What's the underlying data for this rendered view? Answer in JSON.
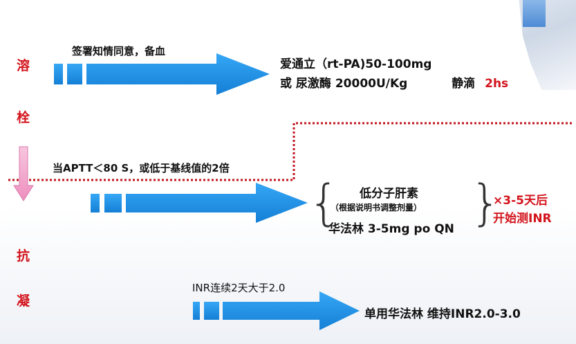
{
  "side_labels": {
    "thrombolysis_1": "溶",
    "thrombolysis_2": "栓",
    "anticoag_1": "抗",
    "anticoag_2": "凝"
  },
  "step1": {
    "arrow_label": "签署知情同意，备血",
    "result_line1": "爱通立（rt-PA)50-100mg",
    "result_line2_a": "或 尿激酶  20000U/Kg",
    "result_line2_b": "静滴",
    "result_line2_c": "2hs"
  },
  "transition": {
    "condition": "当APTT＜80 S，或低于基线值的2倍"
  },
  "step2": {
    "drug1": "低分子肝素",
    "drug1_note": "（根据说明书调整剂量）",
    "drug2": "华法林 3-5mg po QN",
    "side_note_1": "×3-5天后",
    "side_note_2": "开始测INR"
  },
  "step3": {
    "arrow_label": "INR连续2天大于2.0",
    "result": "单用华法林 维持INR2.0-3.0"
  },
  "colors": {
    "accent_red": "#d3141c",
    "arrow_blue": "#1e90e6",
    "divider_red": "#c0141c",
    "down_arrow_pink": "#f3a3c8"
  }
}
